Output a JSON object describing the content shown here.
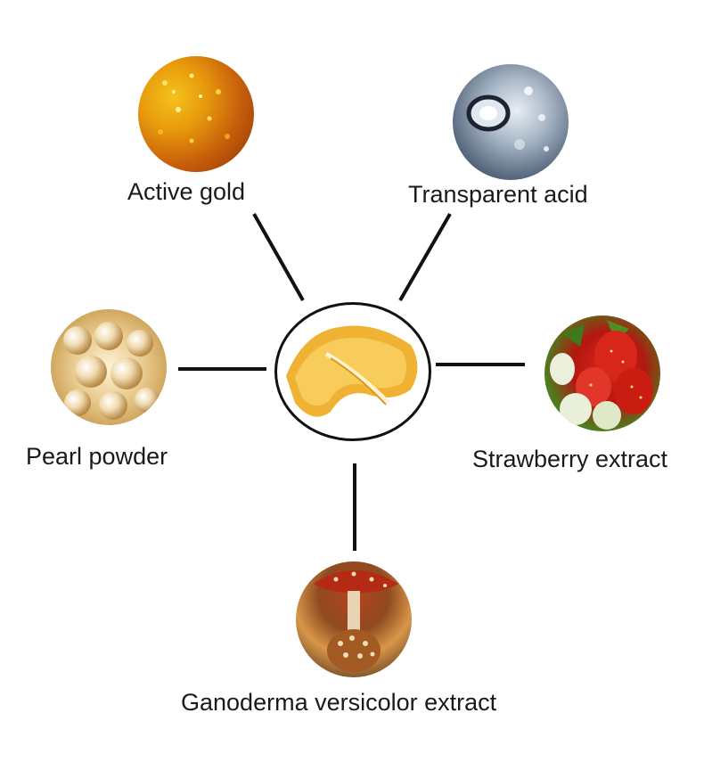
{
  "center": {
    "name": "gold-gel-mask-icon"
  },
  "ingredients": [
    {
      "key": "gold",
      "label": "Active gold",
      "icon": "gold-grains-icon"
    },
    {
      "key": "acid",
      "label": "Transparent acid",
      "icon": "water-drop-icon"
    },
    {
      "key": "pearl",
      "label": "Pearl powder",
      "icon": "pearls-icon"
    },
    {
      "key": "straw",
      "label": "Strawberry extract",
      "icon": "strawberries-icon"
    },
    {
      "key": "mush",
      "label": "Ganoderma versicolor extract",
      "icon": "mushroom-icon"
    }
  ]
}
